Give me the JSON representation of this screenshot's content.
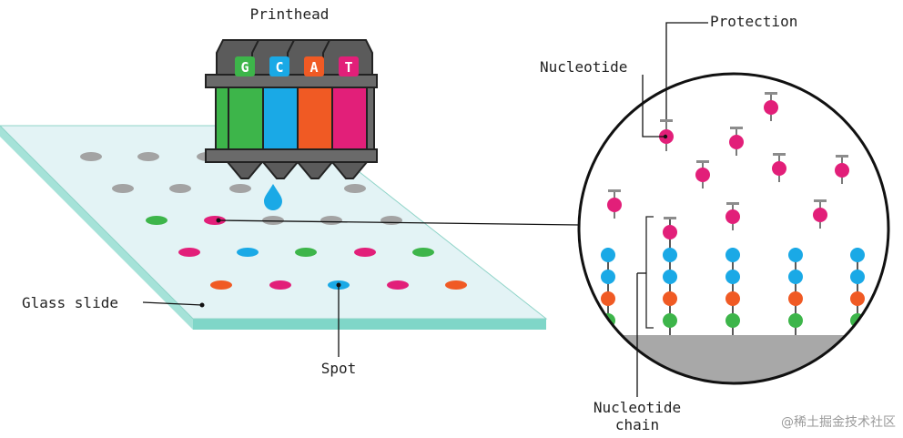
{
  "labels": {
    "printhead": "Printhead",
    "glass_slide": "Glass slide",
    "spot": "Spot",
    "protection": "Protection",
    "nucleotide": "Nucleotide",
    "nucleotide_chain_line1": "Nucleotide",
    "nucleotide_chain_line2": "chain"
  },
  "cartridges": [
    {
      "letter": "G",
      "color": "#3db54a"
    },
    {
      "letter": "C",
      "color": "#1aa9e6"
    },
    {
      "letter": "A",
      "color": "#f05a24"
    },
    {
      "letter": "T",
      "color": "#e21f79"
    }
  ],
  "colors": {
    "slide_top": "#e3f3f5",
    "slide_edge": "#7fd6c8",
    "empty_spot": "#a3a3a3",
    "pink": "#e21f79",
    "blue": "#1aa9e6",
    "orange": "#f05a24",
    "green": "#3db54a",
    "protection_cap": "#8c8c8c",
    "surface": "#a8a8a8"
  },
  "watermark": "@稀土掘金技术社区"
}
